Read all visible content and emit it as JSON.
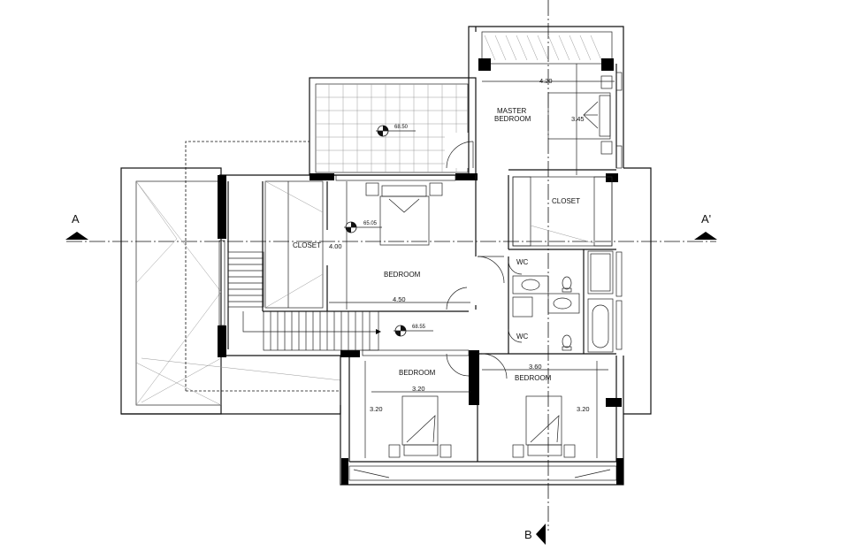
{
  "section_markers": {
    "left": "A",
    "right": "A'",
    "bottom": "B"
  },
  "rooms": {
    "master_bedroom": "MASTER\nBEDROOM",
    "master_bedroom_line1": "MASTER",
    "master_bedroom_line2": "BEDROOM",
    "closet_right": "CLOSET",
    "closet_left": "CLOSET",
    "bedroom_main": "BEDROOM",
    "bedroom_bottom_left": "BEDROOM",
    "bedroom_bottom_right": "BEDROOM",
    "wc_upper": "WC",
    "wc_lower": "WC"
  },
  "dimensions": {
    "master_width": "4.20",
    "master_depth": "3.45",
    "bedroom_depth": "4.00",
    "bedroom_width": "4.50",
    "bedroom_br_width": "3.60",
    "bedroom_bl_width": "3.20",
    "bedroom_bl_depth": "3.20",
    "bedroom_br_depth": "3.20"
  },
  "levels": {
    "terrace": "68.50",
    "bedroom": "65.05",
    "hall": "68.55"
  }
}
